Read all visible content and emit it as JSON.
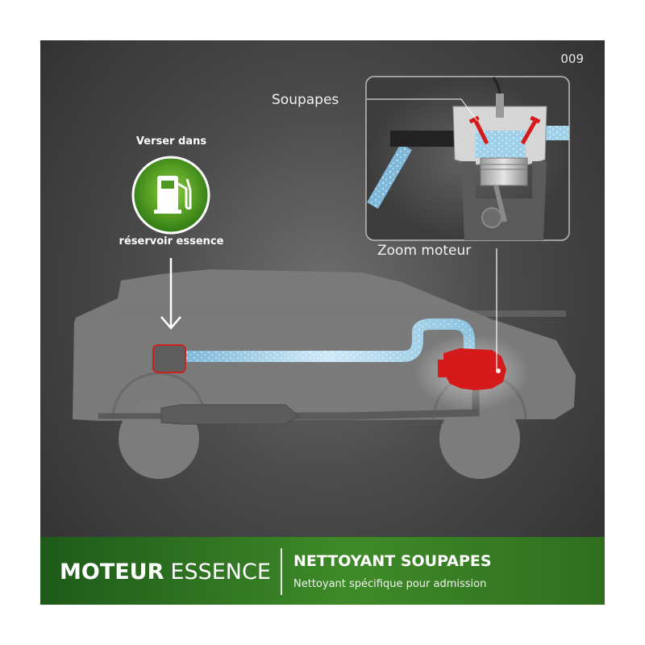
{
  "code": "009",
  "fuel_station": {
    "top_label": "Verser dans",
    "bottom_label": "réservoir essence",
    "icon": "fuel-pump-icon"
  },
  "engine_zoom": {
    "valves_label": "Soupapes",
    "zoom_label": "Zoom moteur"
  },
  "bottom_bar": {
    "moteur_bold": "MOTEUR",
    "moteur_light": "ESSENCE",
    "product_title": "NETTOYANT SOUPAPES",
    "product_subtitle": "Nettoyant spécifique pour admission"
  },
  "colors": {
    "background": "#4a4a4a",
    "fuel_line": "#9fd0ea",
    "engine_red": "#d41a1a",
    "green_badge": "#4c9a22",
    "bar_green": "#3f8a28"
  }
}
